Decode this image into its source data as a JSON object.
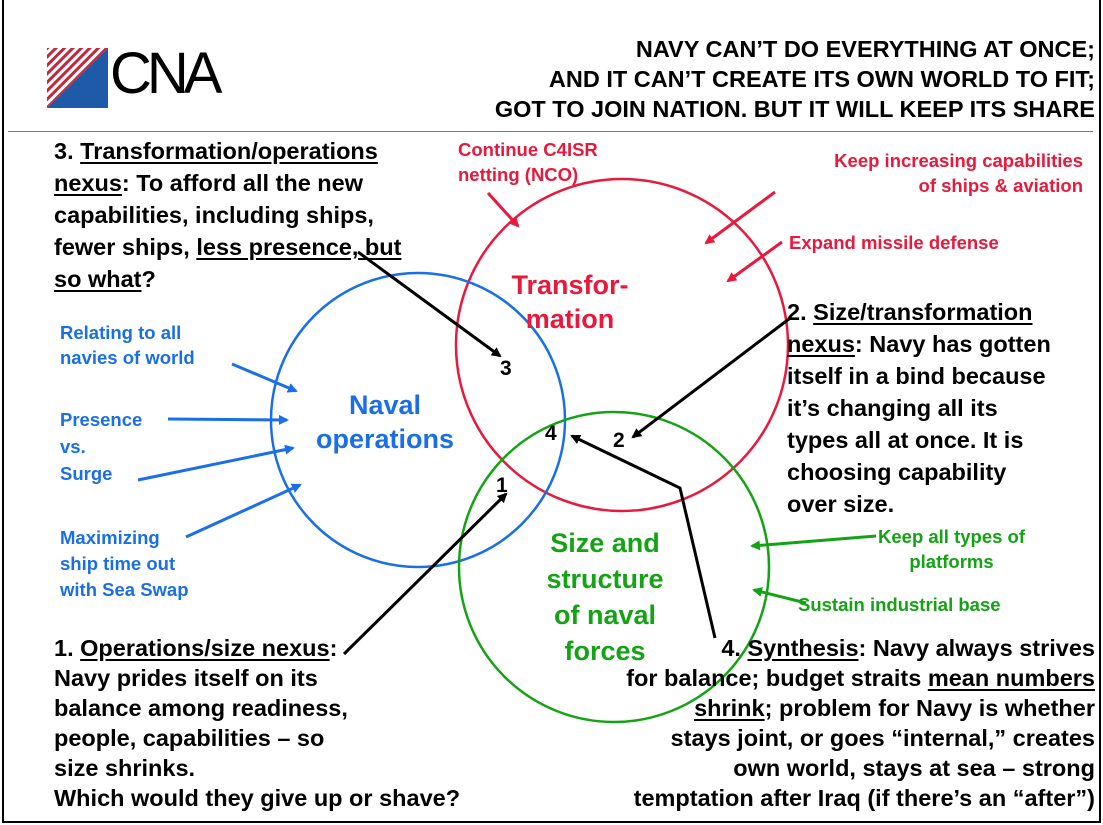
{
  "title": {
    "line1": "NAVY CAN’T DO EVERYTHING AT ONCE;",
    "line2": "AND IT CAN’T CREATE ITS OWN WORLD TO FIT;",
    "line3": "GOT TO JOIN NATION.  BUT IT WILL KEEP ITS SHARE"
  },
  "logo": {
    "text": "CNA"
  },
  "circles": {
    "transformation_line1": "Transfor-",
    "transformation_line2": "mation",
    "operations_line1": "Naval",
    "operations_line2": "operations",
    "size_line1": "Size and",
    "size_line2": "structure",
    "size_line3": "of naval",
    "size_line4": "forces"
  },
  "numbers": {
    "n1": "1",
    "n2": "2",
    "n3": "3",
    "n4": "4"
  },
  "nexus3": {
    "head": "3. ",
    "u1": "Transformation/operations",
    "u2": "nexus",
    "t1": ": To afford all the new",
    "t2": "capabilities, including ships,",
    "t3": "fewer ships, ",
    "u3": "less presence, but",
    "u4": "so what",
    "t4": "?"
  },
  "nexus2": {
    "head": "2. ",
    "u1": "Size/transformation",
    "u2": "nexus",
    "t1": ": Navy has gotten",
    "t2": "itself in a bind because",
    "t3": "it’s changing all its",
    "t4": "types all at once. It is",
    "t5": "choosing capability",
    "t6": "over size."
  },
  "nexus1": {
    "head": "1. ",
    "u1": "Operations/size nexus",
    "t1": ":",
    "t2": "Navy prides itself on its",
    "t3": "balance among readiness,",
    "t4": "people, capabilities – so",
    "t5": "size shrinks.",
    "t6": "Which would they give up or shave?"
  },
  "synthesis": {
    "head": "4. ",
    "u1": "Synthesis",
    "t1": ": Navy always strives",
    "t2": "for balance; budget straits ",
    "u2": "mean numbers",
    "u3": "shrink",
    "t3": "; problem for Navy is whether",
    "t4": "stays joint, or goes “internal,” creates",
    "t5": "own world, stays at sea – strong",
    "t6": "temptation after Iraq (if there’s an “after”)"
  },
  "red_notes": {
    "c4isr_1": "Continue C4ISR",
    "c4isr_2": "netting (NCO)",
    "caps_1": "Keep increasing capabilities",
    "caps_2": "of ships & aviation",
    "missile": "Expand missile defense"
  },
  "blue_notes": {
    "navies_1": "Relating to all",
    "navies_2": "navies of world",
    "presence_1": "Presence",
    "presence_2": "vs.",
    "presence_3": "Surge",
    "swap_1": "Maximizing",
    "swap_2": "ship time out",
    "swap_3": "with Sea Swap"
  },
  "green_notes": {
    "types_1": "Keep all types of",
    "types_2": "platforms",
    "industrial": "Sustain industrial base"
  },
  "colors": {
    "red": "#e8193c",
    "blue": "#1a6fe8",
    "green": "#14a314",
    "logo_blue": "#1f5aa8",
    "logo_red": "#c0283c"
  }
}
